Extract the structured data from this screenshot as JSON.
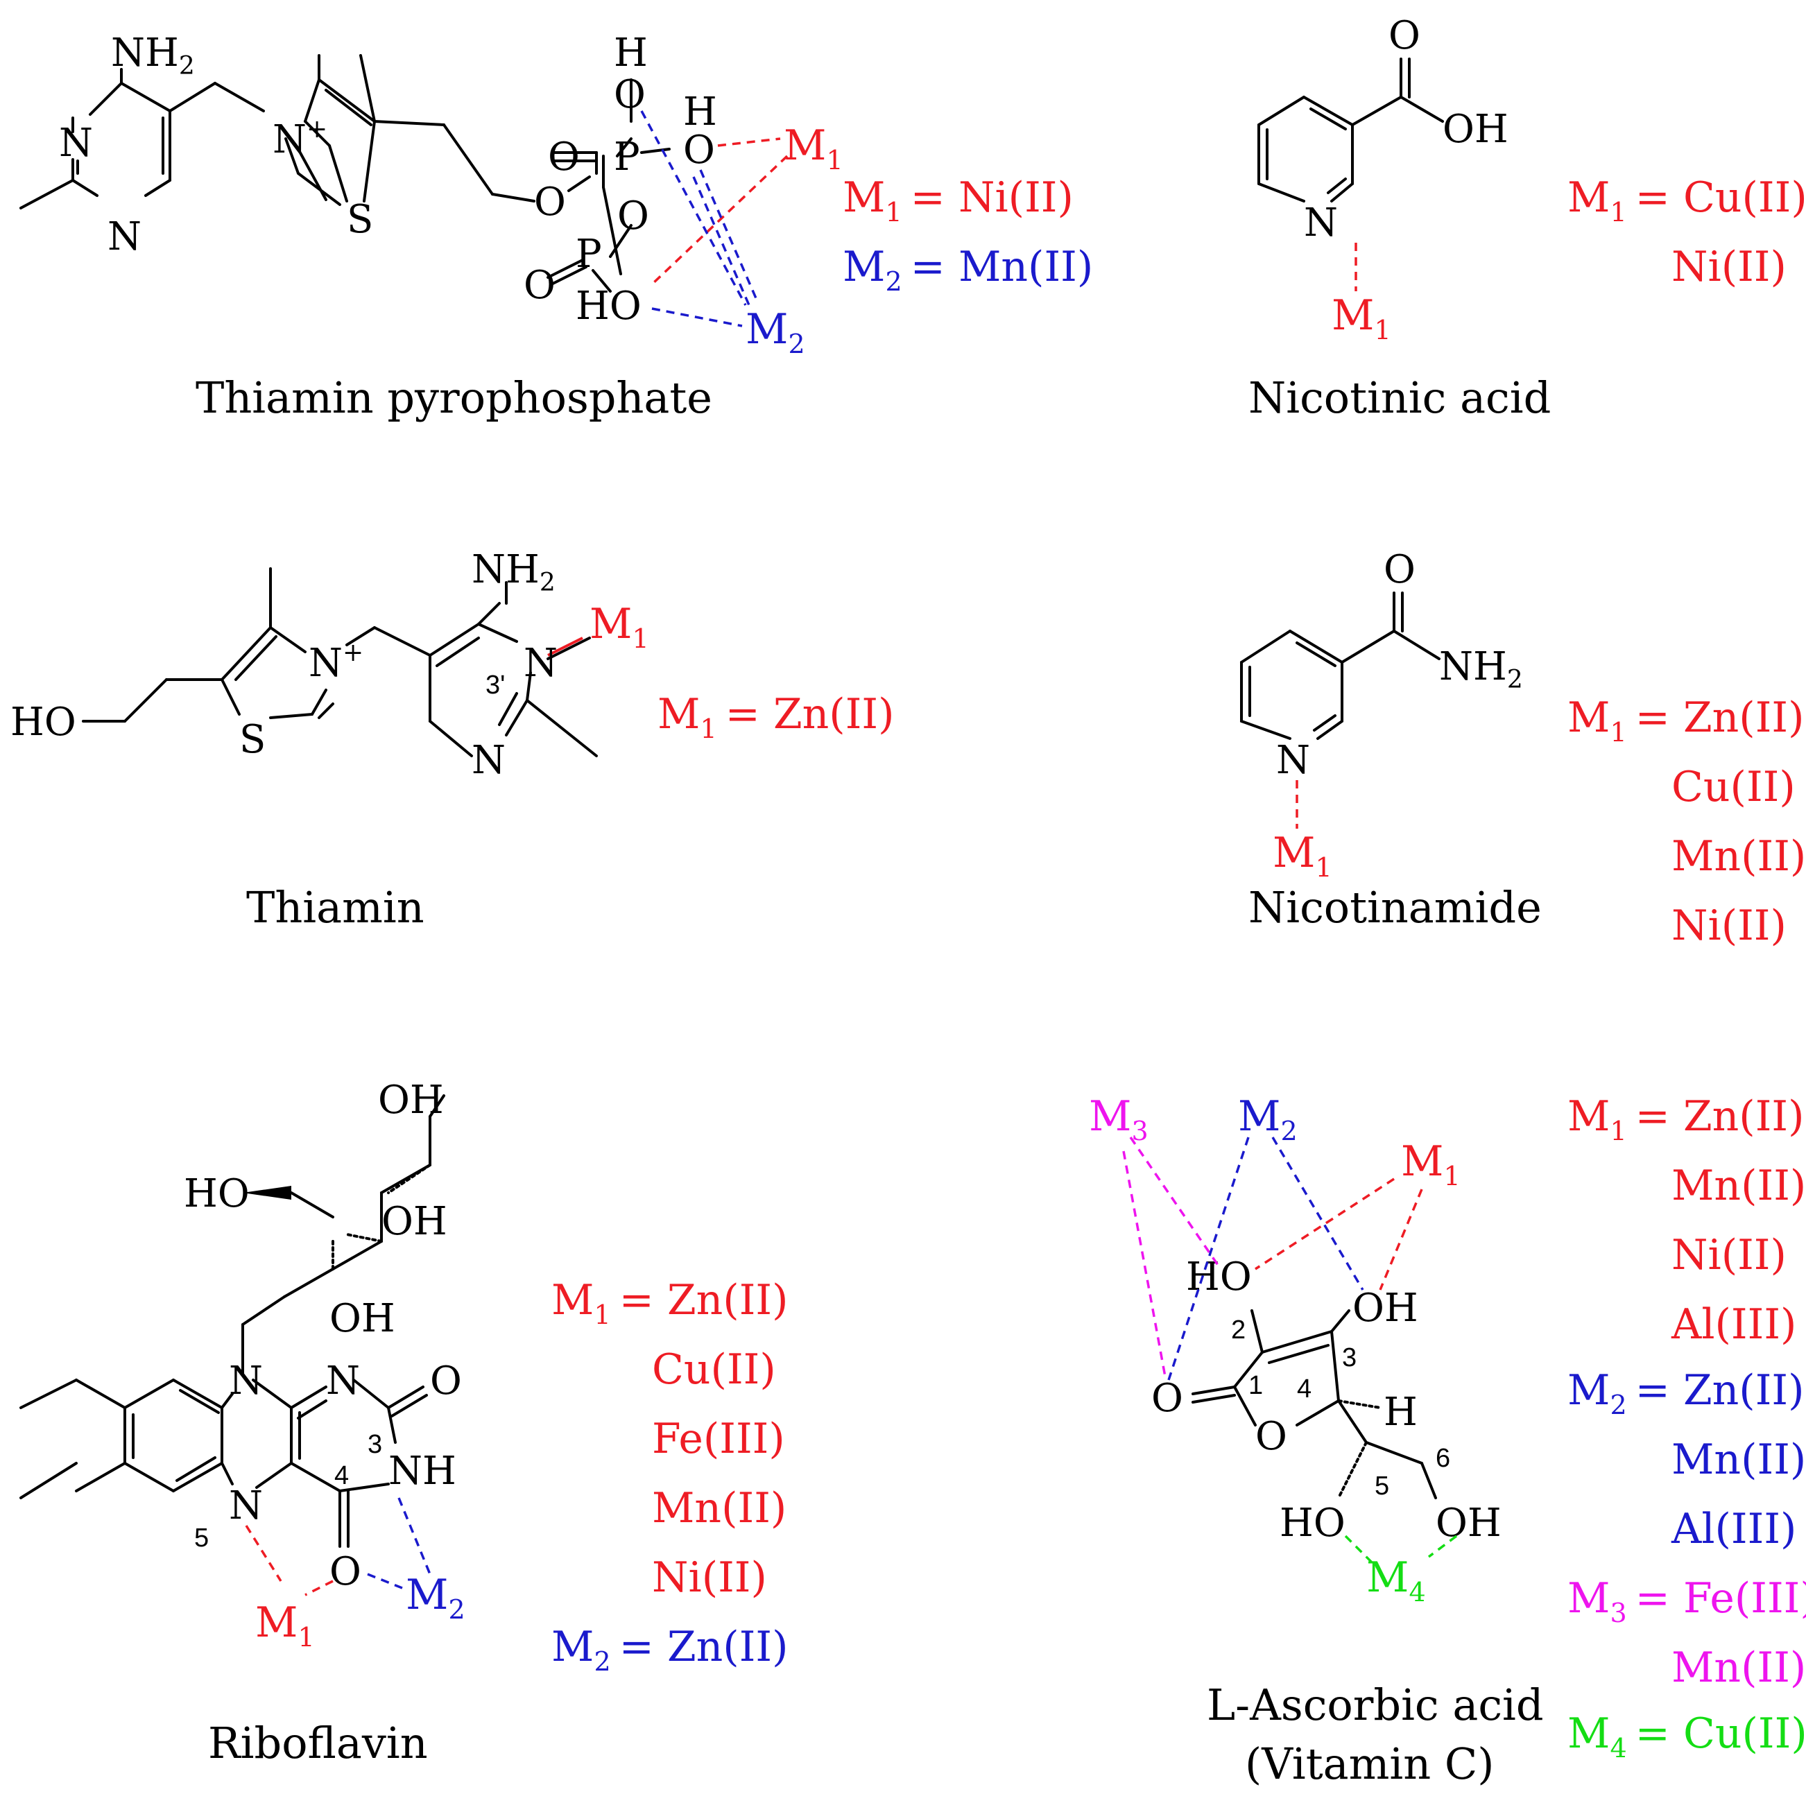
{
  "colors": {
    "m1": "#ee1c24",
    "m2": "#1a1acc",
    "m3": "#ee14ee",
    "m4": "#14dd14",
    "bond": "#000000"
  },
  "captions": {
    "tpp": "Thiamin pyrophosphate",
    "nicotinic": "Nicotinic acid",
    "thiamin": "Thiamin",
    "nicotinamide": "Nicotinamide",
    "riboflavin": "Riboflavin",
    "ascorbic_line1": "L-Ascorbic acid",
    "ascorbic_line2": "(Vitamin C)"
  },
  "atoms": {
    "NH2": "NH",
    "sub2": "2",
    "N": "N",
    "Nplus": "N",
    "plus": "+",
    "S": "S",
    "O": "O",
    "P": "P",
    "H": "H",
    "OH": "OH",
    "HO": "HO",
    "NH": "NH"
  },
  "metal_sites": {
    "M": "M",
    "i1": "1",
    "i2": "2",
    "i3": "3",
    "i4": "4"
  },
  "assignments": {
    "tpp": {
      "m1": "= Ni(II)",
      "m2": "= Mn(II)"
    },
    "nicotinic": {
      "m1": [
        "= Cu(II)",
        "Ni(II)"
      ]
    },
    "thiamin": {
      "m1": "= Zn(II)"
    },
    "nicotinamide": {
      "m1": [
        "= Zn(II)",
        "Cu(II)",
        "Mn(II)",
        "Ni(II)"
      ]
    },
    "riboflavin": {
      "m1": [
        "= Zn(II)",
        "Cu(II)",
        "Fe(III)",
        "Mn(II)",
        "Ni(II)"
      ],
      "m2": [
        "= Zn(II)"
      ]
    },
    "ascorbic": {
      "m1": [
        "= Zn(II)",
        "Mn(II)",
        "Ni(II)",
        "Al(III)"
      ],
      "m2": [
        "= Zn(II)",
        "Mn(II)",
        "Al(III)"
      ],
      "m3": [
        "= Fe(III)",
        "Mn(II)"
      ],
      "m4": [
        "= Cu(II)"
      ]
    }
  },
  "position_numbers": {
    "thiamin_3prime": "3'",
    "rf_3": "3",
    "rf_4": "4",
    "rf_5": "5",
    "asc_1": "1",
    "asc_2": "2",
    "asc_3": "3",
    "asc_4": "4",
    "asc_5": "5",
    "asc_6": "6"
  }
}
